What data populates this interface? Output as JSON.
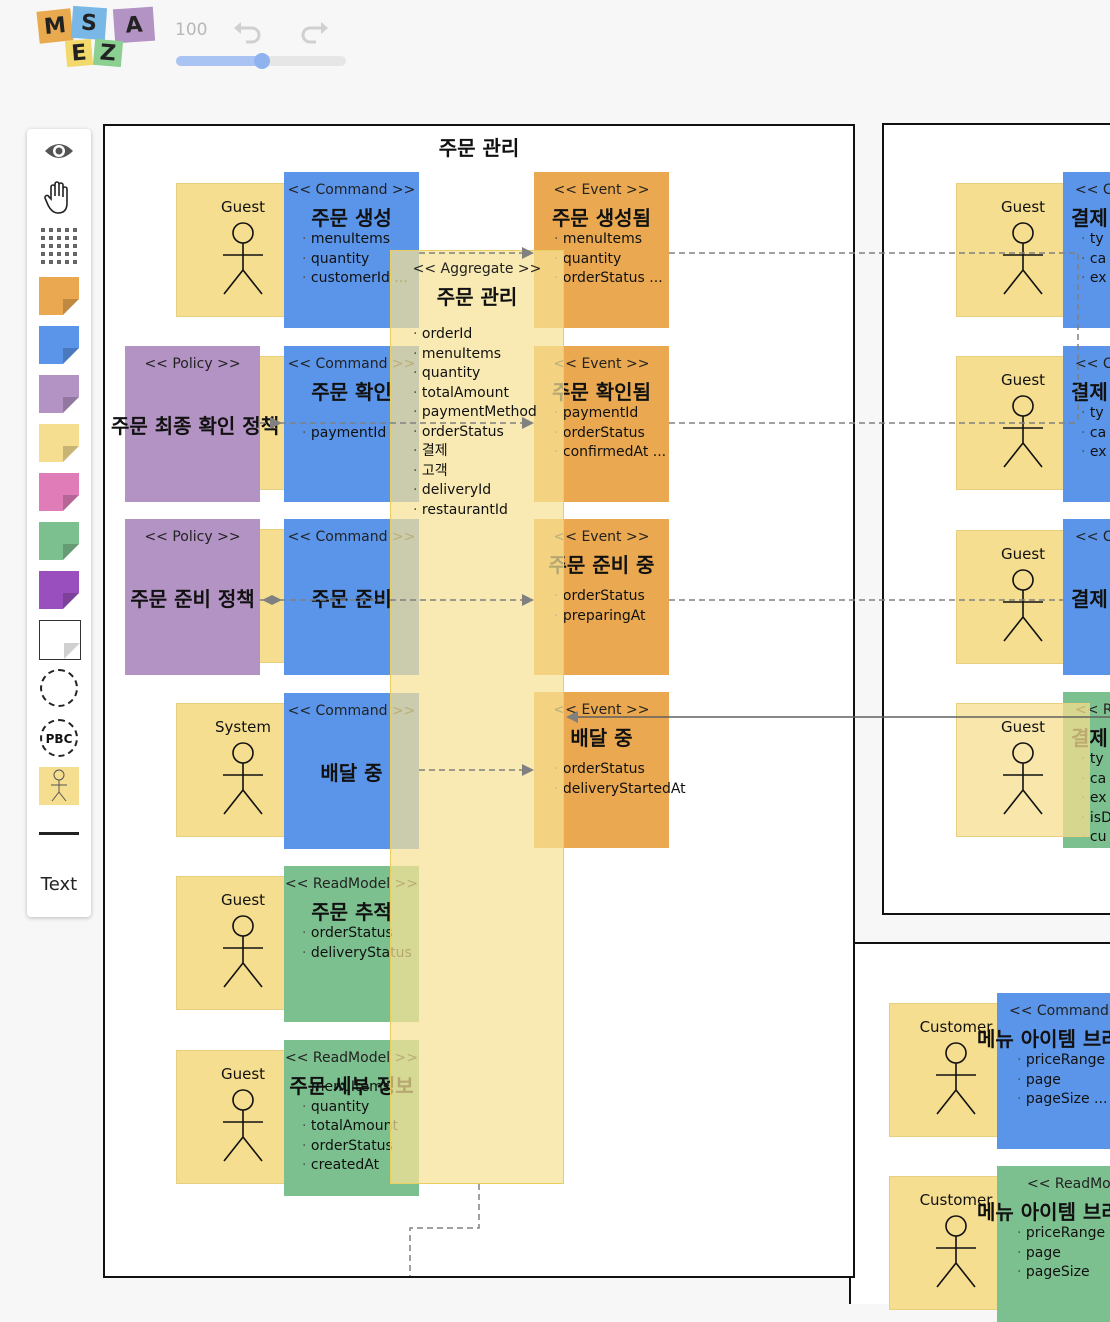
{
  "header": {
    "logo_letters": [
      "M",
      "S",
      "A",
      "E",
      "Z"
    ],
    "zoom_value": "100",
    "undo_icon": "undo-icon",
    "redo_icon": "redo-icon"
  },
  "palette": {
    "tools": [
      "eye-icon",
      "hand-icon",
      "grid-icon"
    ],
    "sticky_colors": [
      "#eaa950",
      "#5b95ea",
      "#b392c4",
      "#f5de8f",
      "#e07db8",
      "#7dc08f",
      "#9a4fbf",
      "#ffffff"
    ],
    "text_label": "Text"
  },
  "main": {
    "bc_title": "주문 관리",
    "aggregate": {
      "stereotype": "<< Aggregate >>",
      "name": "주문 관리",
      "fields": [
        "orderId",
        "menuItems",
        "quantity",
        "totalAmount",
        "paymentMethod",
        "orderStatus",
        "결제",
        "고객",
        "deliveryId",
        "restaurantId"
      ]
    },
    "actors": [
      {
        "role": "Guest"
      },
      {
        "role": "System"
      },
      {
        "role": "Guest"
      },
      {
        "role": "Guest"
      }
    ],
    "commands": [
      {
        "stereo": "<< Command >>",
        "name": "주문 생성",
        "attrs": [
          "menuItems",
          "quantity",
          "customerId ..."
        ]
      },
      {
        "stereo": "<< Command >>",
        "name": "주문 확인",
        "attrs": [
          "paymentId"
        ]
      },
      {
        "stereo": "<< Command >>",
        "name": "주문 준비",
        "attrs": []
      },
      {
        "stereo": "<< Command >>",
        "name": "배달 중",
        "attrs": []
      }
    ],
    "policies": [
      {
        "stereo": "<< Policy >>",
        "name": "주문 최종 확인 정책"
      },
      {
        "stereo": "<< Policy >>",
        "name": "주문 준비 정책"
      }
    ],
    "events": [
      {
        "stereo": "<< Event >>",
        "name": "주문 생성됨",
        "attrs": [
          "menuItems",
          "quantity",
          "orderStatus ..."
        ]
      },
      {
        "stereo": "<< Event >>",
        "name": "주문 확인됨",
        "attrs": [
          "paymentId",
          "orderStatus",
          "confirmedAt ..."
        ]
      },
      {
        "stereo": "<< Event >>",
        "name": "주문 준비 중",
        "attrs": [
          "orderStatus",
          "preparingAt"
        ]
      },
      {
        "stereo": "<< Event >>",
        "name": "배달 중",
        "attrs": [
          "orderStatus",
          "deliveryStartedAt"
        ]
      }
    ],
    "readmodels": [
      {
        "stereo": "<< ReadModel >>",
        "name": "주문 추적",
        "attrs": [
          "orderStatus",
          "deliveryStatus"
        ]
      },
      {
        "stereo": "<< ReadModel >>",
        "name": "주문 세부 정보",
        "attrs": [
          "menuItems",
          "quantity",
          "totalAmount",
          "orderStatus",
          "createdAt"
        ]
      }
    ]
  },
  "right_top": {
    "actors": [
      "Guest",
      "Guest",
      "Guest",
      "Guest"
    ],
    "items": [
      {
        "stereo": "<< Co",
        "name": "결제",
        "attrs": [
          "ty",
          "ca",
          "ex"
        ]
      },
      {
        "stereo": "<< Co",
        "name": "결제",
        "attrs": [
          "ty",
          "ca",
          "ex"
        ]
      },
      {
        "stereo": "<< Co",
        "name": "결제",
        "attrs": []
      },
      {
        "stereo": "<< Re",
        "name": "결제",
        "attrs": [
          "ty",
          "ca",
          "ex",
          "isD",
          "cu"
        ]
      }
    ]
  },
  "right_bottom": {
    "actors": [
      "Customer",
      "Customer"
    ],
    "command": {
      "stereo": "<< Command >",
      "name": "메뉴 아이템 브라",
      "attrs": [
        "priceRange",
        "page",
        "pageSize ..."
      ]
    },
    "readmodel": {
      "stereo": "<< ReadModel >",
      "name": "메뉴 아이템 브라",
      "attrs": [
        "priceRange",
        "page",
        "pageSize"
      ]
    }
  }
}
